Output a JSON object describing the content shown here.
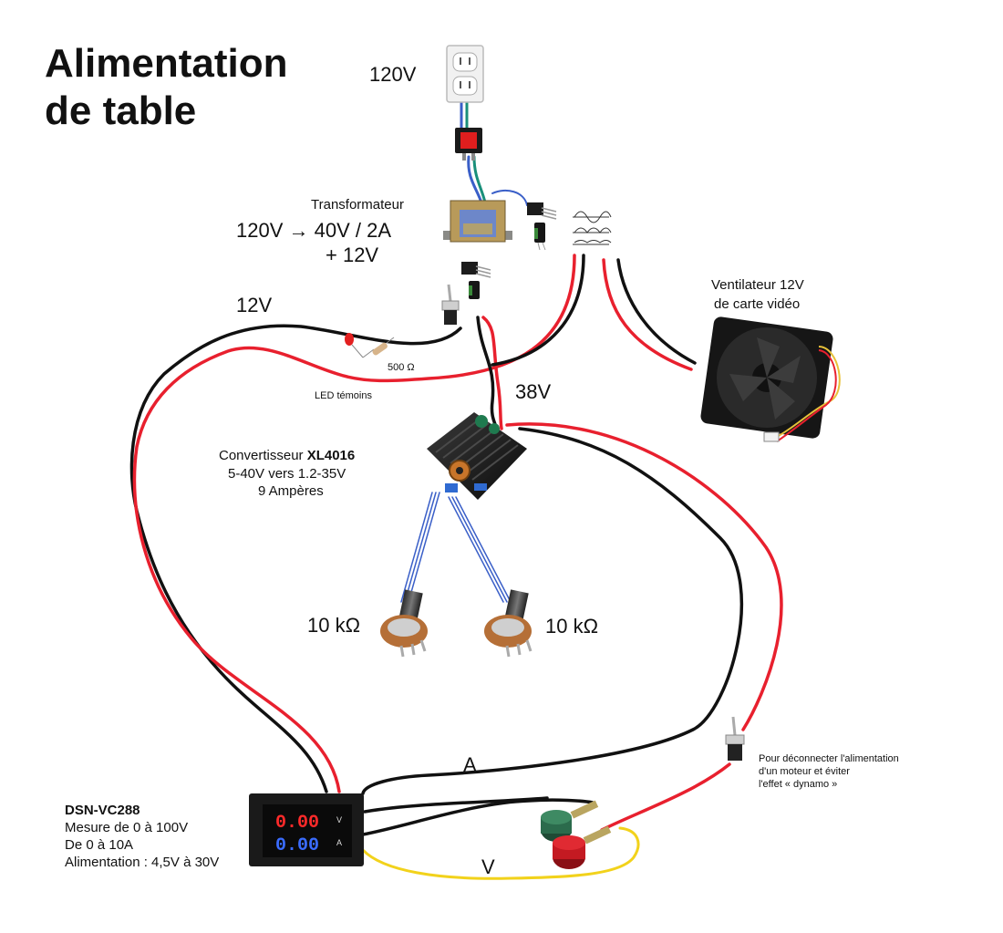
{
  "title": {
    "line1": "Alimentation",
    "line2": "de table"
  },
  "labels": {
    "mains_voltage": "120V",
    "transformer_name": "Transformateur",
    "transformer_ratio_line1": "120V → 40V / 2A",
    "transformer_ratio_line2": "+ 12V",
    "rail_12v": "12V",
    "resistor_value": "500 Ω",
    "led_caption": "LED témoins",
    "rail_38v": "38V",
    "fan_line1": "Ventilateur 12V",
    "fan_line2": "de carte vidéo",
    "converter_prefix": "Convertisseur ",
    "converter_model": "XL4016",
    "converter_line2": "5-40V vers 1.2-35V",
    "converter_line3": "9 Ampères",
    "pot_left": "10 kΩ",
    "pot_right": "10 kΩ",
    "wire_a": "A",
    "wire_v": "V",
    "switch_note_line1": "Pour déconnecter l'alimentation",
    "switch_note_line2": "d'un moteur et éviter",
    "switch_note_line3": "l'effet « dynamo »",
    "meter_model": "DSN-VC288",
    "meter_line1": "Mesure de 0 à 100V",
    "meter_line2": "De 0 à 10A",
    "meter_line3": "Alimentation : 4,5V à 30V",
    "meter_reading_v": "0.00",
    "meter_reading_a": "0.00",
    "meter_unit_v": "V",
    "meter_unit_a": "A"
  },
  "colors": {
    "wire_red": "#e8202e",
    "wire_black": "#111111",
    "wire_yellow": "#f2d21b",
    "wire_blue": "#3a5fc8",
    "wire_green": "#1a8f7a",
    "display_red": "#ff2a2a",
    "display_blue": "#3a6cff"
  }
}
